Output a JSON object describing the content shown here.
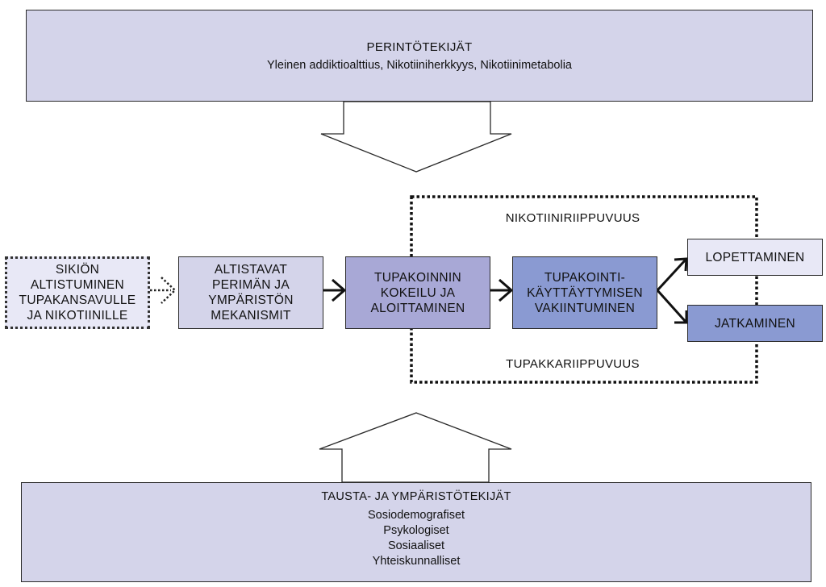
{
  "top_box": {
    "title": "PERINTÖTEKIJÄT",
    "subtitle": "Yleinen addiktioalttius, Nikotiiniherkkyys, Nikotiinimetabolia",
    "fill": "#d4d4ea"
  },
  "bottom_box": {
    "title": "TAUSTA- JA YMPÄRISTÖTEKIJÄT",
    "items": [
      "Sosiodemografiset",
      "Psykologiset",
      "Sosiaaliset",
      "Yhteiskunnalliset"
    ],
    "fill": "#d4d4ea"
  },
  "fetal_box": {
    "lines": [
      "SIKIÖN",
      "ALTISTUMINEN",
      "TUPAKANSAVULLE",
      "JA NIKOTIINILLE"
    ],
    "fill": "#e8e8f6"
  },
  "mechanisms_box": {
    "lines": [
      "ALTISTAVAT",
      "PERIMÄN JA",
      "YMPÄRISTÖN",
      "MEKANISMIT"
    ],
    "fill": "#d4d4ea"
  },
  "initiation_box": {
    "lines": [
      "TUPAKOINNIN",
      "KOKEILU JA",
      "ALOITTAMINEN"
    ],
    "fill": "#a8a8d6"
  },
  "establishment_box": {
    "lines": [
      "TUPAKOINTI-",
      "KÄYTTÄYTYMISEN",
      "VAKIINTUMINEN"
    ],
    "fill": "#8a9ad2"
  },
  "quitting_box": {
    "label": "LOPETTAMINEN",
    "fill": "#e8e8f6"
  },
  "continuing_box": {
    "label": "JATKAMINEN",
    "fill": "#8a9ad2"
  },
  "dependence_labels": {
    "nicotine": "NIKOTIINIRIIPPUVUUS",
    "tobacco": "TUPAKKARIIPPUVUUS"
  }
}
